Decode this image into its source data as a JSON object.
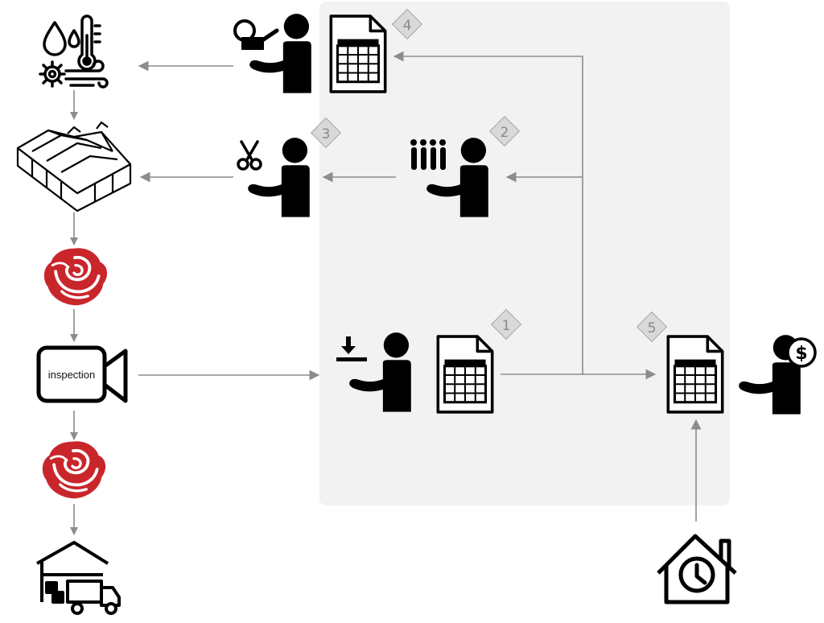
{
  "diagram": {
    "camera_label": "inspection",
    "steps": [
      {
        "number": "1"
      },
      {
        "number": "2"
      },
      {
        "number": "3"
      },
      {
        "number": "4"
      },
      {
        "number": "5"
      }
    ]
  },
  "colors": {
    "panel": "#f2f2f2",
    "arrow": "#8c8c8c",
    "icon": "#000000",
    "rose": "#c9262b",
    "badge_fill": "#d9d9d9",
    "badge_text": "#888888"
  }
}
